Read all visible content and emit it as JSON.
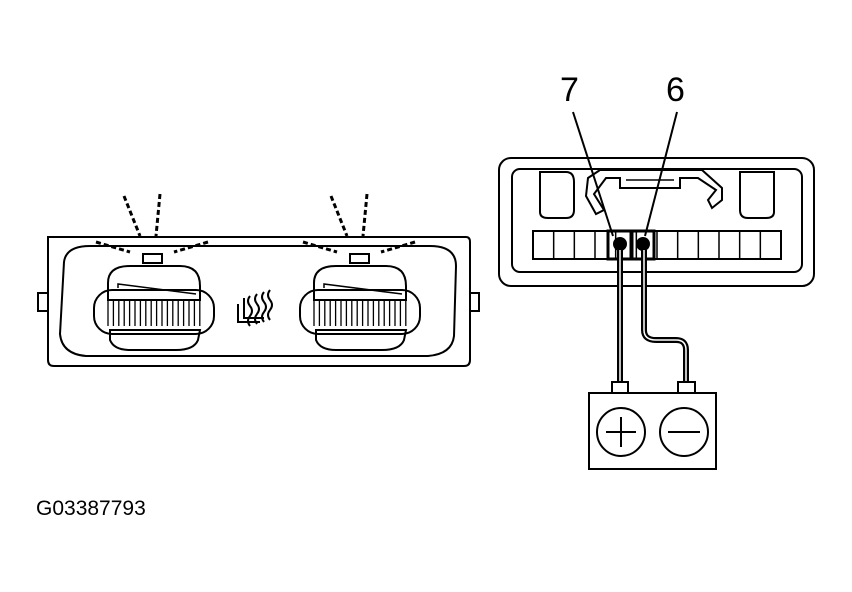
{
  "figure_id": "G03387793",
  "connector": {
    "pin_labels": [
      "7",
      "6"
    ],
    "total_terminals": 12
  },
  "battery": {
    "positive_symbol": "+",
    "negative_symbol": "—"
  },
  "colors": {
    "line": "#000000",
    "background": "#ffffff"
  }
}
